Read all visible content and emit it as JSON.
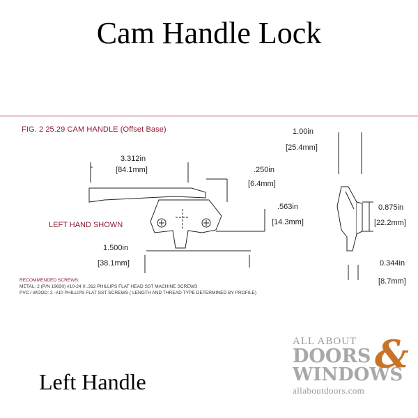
{
  "title": "Cam Handle Lock",
  "subtitle": "Left Handle",
  "figure": {
    "caption": "FIG. 2  25.29 CAM HANDLE (Offset Base)",
    "shown_label": "LEFT HAND SHOWN",
    "dimensions": {
      "length_in": "3.312in",
      "length_mm": "84.1mm",
      "offset_in": ".250in",
      "offset_mm": "6.4mm",
      "height_in": ".563in",
      "height_mm": "14.3mm",
      "base_in": "1.500in",
      "base_mm": "38.1mm",
      "depth_in": "1.00in",
      "depth_mm": "25.4mm",
      "side_in": "0.875in",
      "side_mm": "22.2mm",
      "thick_in": "0.344in",
      "thick_mm": "8.7mm"
    },
    "screws": {
      "heading": "RECOMMENDED SCREWS:",
      "metal": "METAL: 2 (P/N 19630) #10-24 X .312 PHILLIPS FLAT HEAD SST MACHINE SCREWS",
      "pvc_wood": "PVC / WOOD: 2 -#10 PHILLIPS FLAT SST SCREWS ( LENGTH AND THREAD TYPE DETERMINED BY PROFILE)"
    }
  },
  "logo": {
    "line1": "ALL ABOUT",
    "line2": "DOORS",
    "ampersand": "&",
    "line3": "WINDOWS",
    "url": "allaboutdoors.com"
  }
}
